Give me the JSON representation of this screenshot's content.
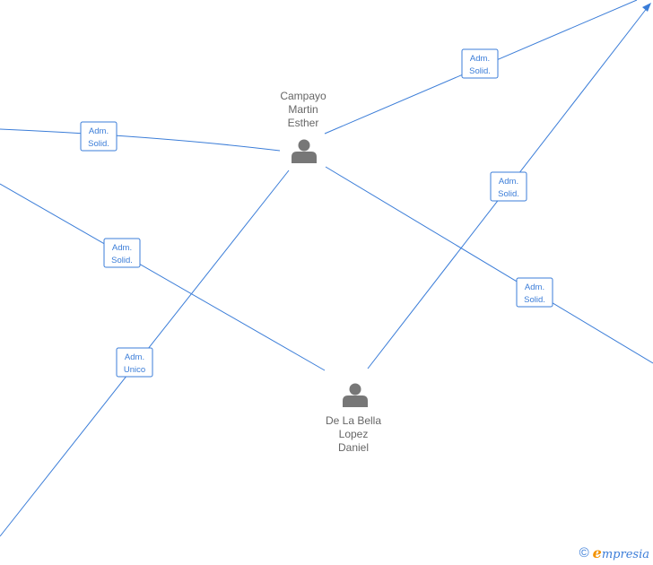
{
  "persons": [
    {
      "id": "p1",
      "lines": [
        "Campayo",
        "Martin",
        "Esther"
      ]
    },
    {
      "id": "p2",
      "lines": [
        "De La Bella",
        "Lopez",
        "Daniel"
      ]
    }
  ],
  "badges": [
    {
      "id": "b1",
      "lines": [
        "Adm.",
        "Solid."
      ]
    },
    {
      "id": "b2",
      "lines": [
        "Adm.",
        "Solid."
      ]
    },
    {
      "id": "b3",
      "lines": [
        "Adm.",
        "Solid."
      ]
    },
    {
      "id": "b4",
      "lines": [
        "Adm.",
        "Solid."
      ]
    },
    {
      "id": "b5",
      "lines": [
        "Adm.",
        "Solid."
      ]
    },
    {
      "id": "b6",
      "lines": [
        "Adm.",
        "Unico"
      ]
    }
  ],
  "watermark": {
    "copyright_symbol": "©",
    "brand_initial": "e",
    "brand_rest": "mpresia"
  },
  "colors": {
    "edge": "#3b7dd8",
    "person_icon": "#777777",
    "brand_accent": "#f39200"
  }
}
